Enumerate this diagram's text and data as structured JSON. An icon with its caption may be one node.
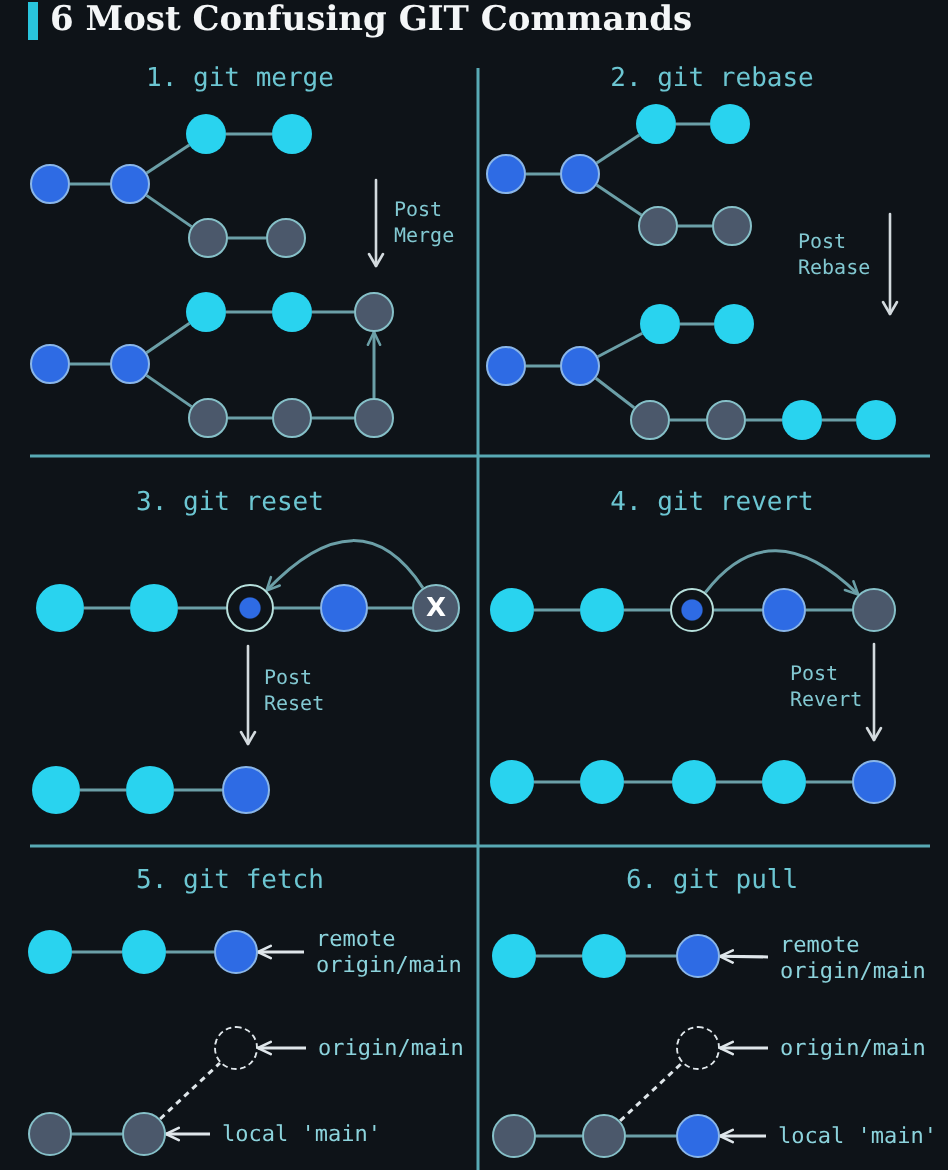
{
  "diagram": {
    "title": "6 Most Confusing GIT Commands",
    "nodes": [
      {
        "text": [],
        "shape": "circle"
      },
      {
        "text": [],
        "shape": "circle"
      },
      {
        "text": [],
        "shape": "circle"
      },
      {
        "text": [],
        "shape": "circle"
      },
      {
        "text": [],
        "shape": "circle"
      },
      {
        "text": [],
        "shape": "circle"
      },
      {
        "text": [],
        "shape": "circle"
      },
      {
        "text": [],
        "shape": "circle"
      },
      {
        "text": [],
        "shape": "circle"
      },
      {
        "text": [],
        "shape": "circle"
      },
      {
        "text": [],
        "shape": "circle"
      },
      {
        "text": [],
        "shape": "circle"
      },
      {
        "text": [],
        "shape": "circle"
      },
      {
        "text": [],
        "shape": "circle"
      },
      {
        "text": [],
        "shape": "circle"
      },
      {
        "text": [],
        "shape": "circle"
      },
      {
        "text": [],
        "shape": "circle"
      },
      {
        "text": [],
        "shape": "circle"
      },
      {
        "text": [],
        "shape": "circle"
      },
      {
        "text": [],
        "shape": "circle"
      },
      {
        "text": [],
        "shape": "circle"
      },
      {
        "text": [],
        "shape": "circle"
      },
      {
        "text": [],
        "shape": "circle"
      },
      {
        "text": [],
        "shape": "circle"
      },
      {
        "text": [],
        "shape": "circle"
      },
      {
        "text": [],
        "shape": "circle"
      },
      {
        "text": [],
        "shape": "circle"
      },
      {
        "text": [],
        "shape": "circle"
      },
      {
        "text": [],
        "shape": "circle"
      },
      {
        "text": [],
        "shape": "circle"
      },
      {
        "text": [],
        "shape": "circle"
      },
      {
        "text": [],
        "shape": "circle"
      },
      {
        "text": [
          "X"
        ]
      },
      {
        "text": [],
        "shape": "circle"
      },
      {
        "text": [],
        "shape": "circle"
      },
      {
        "text": [],
        "shape": "circle"
      },
      {
        "text": [],
        "shape": "circle"
      },
      {
        "text": [],
        "shape": "circle"
      },
      {
        "text": [],
        "shape": "circle"
      },
      {
        "text": [],
        "shape": "circle"
      },
      {
        "text": [],
        "shape": "circle"
      },
      {
        "text": [],
        "shape": "circle"
      },
      {
        "text": [],
        "shape": "circle"
      },
      {
        "text": [],
        "shape": "circle"
      },
      {
        "text": [],
        "shape": "circle"
      },
      {
        "text": [],
        "shape": "circle"
      },
      {
        "text": [],
        "shape": "circle"
      },
      {
        "text": [],
        "shape": "circle"
      },
      {
        "text": [],
        "shape": "circle"
      },
      {
        "text": [
          "remote origin/main"
        ]
      },
      {
        "text": [],
        "shape": "circle"
      },
      {
        "text": [
          "origin/main"
        ]
      },
      {
        "text": [],
        "shape": "circle"
      },
      {
        "text": [],
        "shape": "circle"
      },
      {
        "text": [
          "local 'main'"
        ]
      },
      {
        "text": [],
        "shape": "circle"
      },
      {
        "text": [],
        "shape": "circle"
      },
      {
        "text": [],
        "shape": "circle"
      },
      {
        "text": [
          "remote origin/main"
        ]
      },
      {
        "text": [],
        "shape": "circle"
      },
      {
        "text": [
          "origin/main"
        ]
      },
      {
        "text": [],
        "shape": "circle"
      },
      {
        "text": [],
        "shape": "circle"
      },
      {
        "text": [],
        "shape": "circle"
      },
      {
        "text": [
          "local 'main'"
        ]
      }
    ],
    "edges": [
      {
        "from": 0,
        "to": 1,
        "arrow": "none"
      },
      {
        "from": 1,
        "to": 2,
        "arrow": "none"
      },
      {
        "from": 2,
        "to": 3,
        "arrow": "none"
      },
      {
        "from": 1,
        "to": 4,
        "arrow": "none"
      },
      {
        "from": 4,
        "to": 5,
        "arrow": "none"
      },
      {
        "from": 6,
        "to": 7,
        "arrow": "none"
      },
      {
        "from": 7,
        "to": 8,
        "arrow": "none"
      },
      {
        "from": 8,
        "to": 9,
        "arrow": "none"
      },
      {
        "from": 9,
        "to": 10,
        "arrow": "none"
      },
      {
        "from": 7,
        "to": 11,
        "arrow": "none"
      },
      {
        "from": 11,
        "to": 12,
        "arrow": "none"
      },
      {
        "from": 12,
        "to": 13,
        "arrow": "none"
      },
      {
        "from": 13,
        "to": 10,
        "arrow": "to"
      },
      {
        "from": 14,
        "to": 15,
        "arrow": "none"
      },
      {
        "from": 15,
        "to": 16,
        "arrow": "none"
      },
      {
        "from": 16,
        "to": 17,
        "arrow": "none"
      },
      {
        "from": 15,
        "to": 18,
        "arrow": "none"
      },
      {
        "from": 18,
        "to": 19,
        "arrow": "none"
      },
      {
        "from": 20,
        "to": 21,
        "arrow": "none"
      },
      {
        "from": 21,
        "to": 22,
        "arrow": "none"
      },
      {
        "from": 22,
        "to": 23,
        "arrow": "none"
      },
      {
        "from": 21,
        "to": 24,
        "arrow": "none"
      },
      {
        "from": 24,
        "to": 25,
        "arrow": "none"
      },
      {
        "from": 25,
        "to": 26,
        "arrow": "none"
      },
      {
        "from": 26,
        "to": 27,
        "arrow": "none"
      },
      {
        "from": 28,
        "to": 29,
        "arrow": "none"
      },
      {
        "from": 29,
        "to": 30,
        "arrow": "none"
      },
      {
        "from": 30,
        "to": 31,
        "arrow": "none"
      },
      {
        "from": 31,
        "to": 32,
        "arrow": "none"
      },
      {
        "from": 32,
        "to": 30,
        "arrow": "to"
      },
      {
        "from": 33,
        "to": 34,
        "arrow": "none"
      },
      {
        "from": 34,
        "to": 35,
        "arrow": "none"
      },
      {
        "from": 36,
        "to": 37,
        "arrow": "none"
      },
      {
        "from": 37,
        "to": 38,
        "arrow": "none"
      },
      {
        "from": 38,
        "to": 39,
        "arrow": "none"
      },
      {
        "from": 39,
        "to": 40,
        "arrow": "none"
      },
      {
        "from": 38,
        "to": 40,
        "arrow": "to"
      },
      {
        "from": 41,
        "to": 42,
        "arrow": "none"
      },
      {
        "from": 42,
        "to": 43,
        "arrow": "none"
      },
      {
        "from": 43,
        "to": 44,
        "arrow": "none"
      },
      {
        "from": 44,
        "to": 45,
        "arrow": "none"
      },
      {
        "from": 46,
        "to": 47,
        "arrow": "none"
      },
      {
        "from": 47,
        "to": 48,
        "arrow": "none"
      },
      {
        "from": 49,
        "to": 48,
        "arrow": "to",
        "color": "#dfe6ea"
      },
      {
        "from": 51,
        "to": 50,
        "arrow": "to",
        "color": "#dfe6ea"
      },
      {
        "from": 52,
        "to": 53,
        "arrow": "none"
      },
      {
        "from": 53,
        "to": 50,
        "arrow": "none",
        "style": "dashed",
        "color": "#dfe6ea"
      },
      {
        "from": 54,
        "to": 53,
        "arrow": "to",
        "color": "#dfe6ea"
      },
      {
        "from": 55,
        "to": 56,
        "arrow": "none"
      },
      {
        "from": 56,
        "to": 57,
        "arrow": "none"
      },
      {
        "from": 58,
        "to": 57,
        "arrow": "to",
        "color": "#dfe6ea"
      },
      {
        "from": 60,
        "to": 59,
        "arrow": "to",
        "color": "#dfe6ea"
      },
      {
        "from": 61,
        "to": 62,
        "arrow": "none"
      },
      {
        "from": 62,
        "to": 63,
        "arrow": "none"
      },
      {
        "from": 62,
        "to": 59,
        "arrow": "none",
        "style": "dashed",
        "color": "#dfe6ea"
      },
      {
        "from": 64,
        "to": 63,
        "arrow": "to",
        "color": "#dfe6ea"
      }
    ],
    "labels": [
      "1. git merge",
      "2. git rebase",
      "Post Merge",
      "Post Rebase",
      "3. git reset",
      "4. git revert",
      "Post Reset",
      "Post Revert",
      "5. git fetch",
      "6. git pull"
    ]
  }
}
